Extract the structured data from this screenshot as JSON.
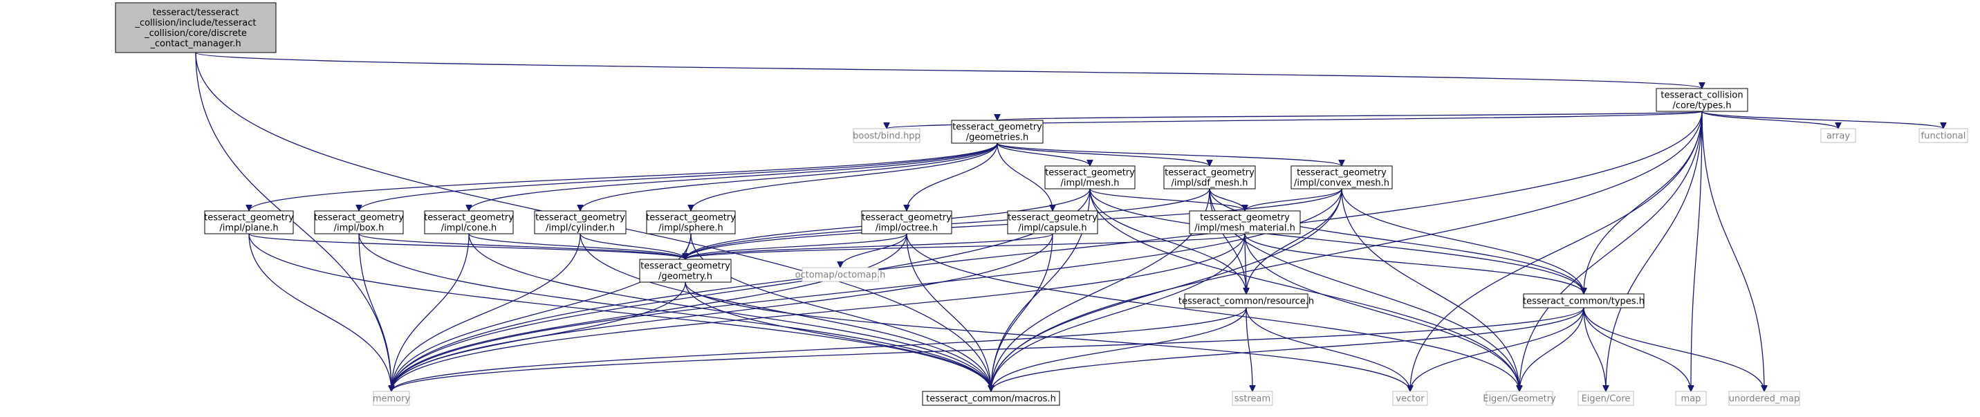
{
  "colors": {
    "edge": "#191970",
    "root_fill": "#bfbfbf",
    "node_border": "#000000",
    "ext_border": "#bfbfbf",
    "ext_text": "#7f7f7f"
  },
  "nodes": [
    {
      "id": "root",
      "kind": "root",
      "lines": [
        "tesseract/tesseract",
        "_collision/include/tesseract",
        "_collision/core/discrete",
        "_contact_manager.h"
      ]
    },
    {
      "id": "ctypes",
      "kind": "file",
      "lines": [
        "tesseract_collision",
        "/core/types.h"
      ]
    },
    {
      "id": "boostbind",
      "kind": "ext",
      "lines": [
        "boost/bind.hpp"
      ]
    },
    {
      "id": "geometries",
      "kind": "file",
      "lines": [
        "tesseract_geometry",
        "/geometries.h"
      ]
    },
    {
      "id": "array",
      "kind": "ext",
      "lines": [
        "array"
      ]
    },
    {
      "id": "functional",
      "kind": "ext",
      "lines": [
        "functional"
      ]
    },
    {
      "id": "mesh",
      "kind": "file",
      "lines": [
        "tesseract_geometry",
        "/impl/mesh.h"
      ]
    },
    {
      "id": "sdfmesh",
      "kind": "file",
      "lines": [
        "tesseract_geometry",
        "/impl/sdf_mesh.h"
      ]
    },
    {
      "id": "convex",
      "kind": "file",
      "lines": [
        "tesseract_geometry",
        "/impl/convex_mesh.h"
      ]
    },
    {
      "id": "plane",
      "kind": "file",
      "lines": [
        "tesseract_geometry",
        "/impl/plane.h"
      ]
    },
    {
      "id": "box",
      "kind": "file",
      "lines": [
        "tesseract_geometry",
        "/impl/box.h"
      ]
    },
    {
      "id": "cone",
      "kind": "file",
      "lines": [
        "tesseract_geometry",
        "/impl/cone.h"
      ]
    },
    {
      "id": "cylinder",
      "kind": "file",
      "lines": [
        "tesseract_geometry",
        "/impl/cylinder.h"
      ]
    },
    {
      "id": "sphere",
      "kind": "file",
      "lines": [
        "tesseract_geometry",
        "/impl/sphere.h"
      ]
    },
    {
      "id": "octree",
      "kind": "file",
      "lines": [
        "tesseract_geometry",
        "/impl/octree.h"
      ]
    },
    {
      "id": "capsule",
      "kind": "file",
      "lines": [
        "tesseract_geometry",
        "/impl/capsule.h"
      ]
    },
    {
      "id": "meshmat",
      "kind": "file",
      "lines": [
        "tesseract_geometry",
        "/impl/mesh_material.h"
      ]
    },
    {
      "id": "geometry",
      "kind": "file",
      "lines": [
        "tesseract_geometry",
        "/geometry.h"
      ]
    },
    {
      "id": "octomap",
      "kind": "ext",
      "lines": [
        "octomap/octomap.h"
      ]
    },
    {
      "id": "resource",
      "kind": "file",
      "lines": [
        "tesseract_common/resource.h"
      ]
    },
    {
      "id": "commontypes",
      "kind": "file",
      "lines": [
        "tesseract_common/types.h"
      ]
    },
    {
      "id": "memory",
      "kind": "ext",
      "lines": [
        "memory"
      ]
    },
    {
      "id": "macros",
      "kind": "file",
      "lines": [
        "tesseract_common/macros.h"
      ]
    },
    {
      "id": "sstream",
      "kind": "ext",
      "lines": [
        "sstream"
      ]
    },
    {
      "id": "vector",
      "kind": "ext",
      "lines": [
        "vector"
      ]
    },
    {
      "id": "eigengeom",
      "kind": "ext",
      "lines": [
        "Eigen/Geometry"
      ]
    },
    {
      "id": "eigencore",
      "kind": "ext",
      "lines": [
        "Eigen/Core"
      ]
    },
    {
      "id": "map",
      "kind": "ext",
      "lines": [
        "map"
      ]
    },
    {
      "id": "umap",
      "kind": "ext",
      "lines": [
        "unordered_map"
      ]
    }
  ],
  "edges": [
    [
      "root",
      "ctypes"
    ],
    [
      "root",
      "memory"
    ],
    [
      "root",
      "macros"
    ],
    [
      "ctypes",
      "boostbind"
    ],
    [
      "ctypes",
      "geometries"
    ],
    [
      "ctypes",
      "array"
    ],
    [
      "ctypes",
      "functional"
    ],
    [
      "ctypes",
      "memory"
    ],
    [
      "ctypes",
      "macros"
    ],
    [
      "ctypes",
      "commontypes"
    ],
    [
      "ctypes",
      "vector"
    ],
    [
      "ctypes",
      "eigengeom"
    ],
    [
      "ctypes",
      "eigencore"
    ],
    [
      "ctypes",
      "map"
    ],
    [
      "ctypes",
      "umap"
    ],
    [
      "geometries",
      "plane"
    ],
    [
      "geometries",
      "box"
    ],
    [
      "geometries",
      "cone"
    ],
    [
      "geometries",
      "cylinder"
    ],
    [
      "geometries",
      "sphere"
    ],
    [
      "geometries",
      "mesh"
    ],
    [
      "geometries",
      "sdfmesh"
    ],
    [
      "geometries",
      "convex"
    ],
    [
      "geometries",
      "octree"
    ],
    [
      "geometries",
      "capsule"
    ],
    [
      "mesh",
      "geometry"
    ],
    [
      "mesh",
      "meshmat"
    ],
    [
      "mesh",
      "resource"
    ],
    [
      "mesh",
      "macros"
    ],
    [
      "mesh",
      "memory"
    ],
    [
      "mesh",
      "eigengeom"
    ],
    [
      "mesh",
      "commontypes"
    ],
    [
      "sdfmesh",
      "geometry"
    ],
    [
      "sdfmesh",
      "meshmat"
    ],
    [
      "sdfmesh",
      "resource"
    ],
    [
      "sdfmesh",
      "macros"
    ],
    [
      "sdfmesh",
      "eigengeom"
    ],
    [
      "sdfmesh",
      "commontypes"
    ],
    [
      "convex",
      "geometry"
    ],
    [
      "convex",
      "meshmat"
    ],
    [
      "convex",
      "resource"
    ],
    [
      "convex",
      "macros"
    ],
    [
      "convex",
      "eigengeom"
    ],
    [
      "convex",
      "commontypes"
    ],
    [
      "convex",
      "memory"
    ],
    [
      "plane",
      "geometry"
    ],
    [
      "plane",
      "memory"
    ],
    [
      "plane",
      "macros"
    ],
    [
      "box",
      "geometry"
    ],
    [
      "box",
      "memory"
    ],
    [
      "box",
      "macros"
    ],
    [
      "cone",
      "geometry"
    ],
    [
      "cone",
      "memory"
    ],
    [
      "cone",
      "macros"
    ],
    [
      "cylinder",
      "geometry"
    ],
    [
      "cylinder",
      "memory"
    ],
    [
      "cylinder",
      "macros"
    ],
    [
      "sphere",
      "geometry"
    ],
    [
      "sphere",
      "memory"
    ],
    [
      "sphere",
      "macros"
    ],
    [
      "octree",
      "geometry"
    ],
    [
      "octree",
      "octomap"
    ],
    [
      "octree",
      "macros"
    ],
    [
      "octree",
      "memory"
    ],
    [
      "octree",
      "eigengeom"
    ],
    [
      "capsule",
      "geometry"
    ],
    [
      "capsule",
      "memory"
    ],
    [
      "capsule",
      "macros"
    ],
    [
      "meshmat",
      "geometry"
    ],
    [
      "meshmat",
      "resource"
    ],
    [
      "meshmat",
      "commontypes"
    ],
    [
      "meshmat",
      "eigengeom"
    ],
    [
      "meshmat",
      "memory"
    ],
    [
      "meshmat",
      "macros"
    ],
    [
      "geometry",
      "memory"
    ],
    [
      "geometry",
      "macros"
    ],
    [
      "geometry",
      "vector"
    ],
    [
      "resource",
      "macros"
    ],
    [
      "resource",
      "sstream"
    ],
    [
      "resource",
      "vector"
    ],
    [
      "resource",
      "memory"
    ],
    [
      "commontypes",
      "macros"
    ],
    [
      "commontypes",
      "memory"
    ],
    [
      "commontypes",
      "vector"
    ],
    [
      "commontypes",
      "eigengeom"
    ],
    [
      "commontypes",
      "eigencore"
    ],
    [
      "commontypes",
      "map"
    ],
    [
      "commontypes",
      "umap"
    ]
  ]
}
